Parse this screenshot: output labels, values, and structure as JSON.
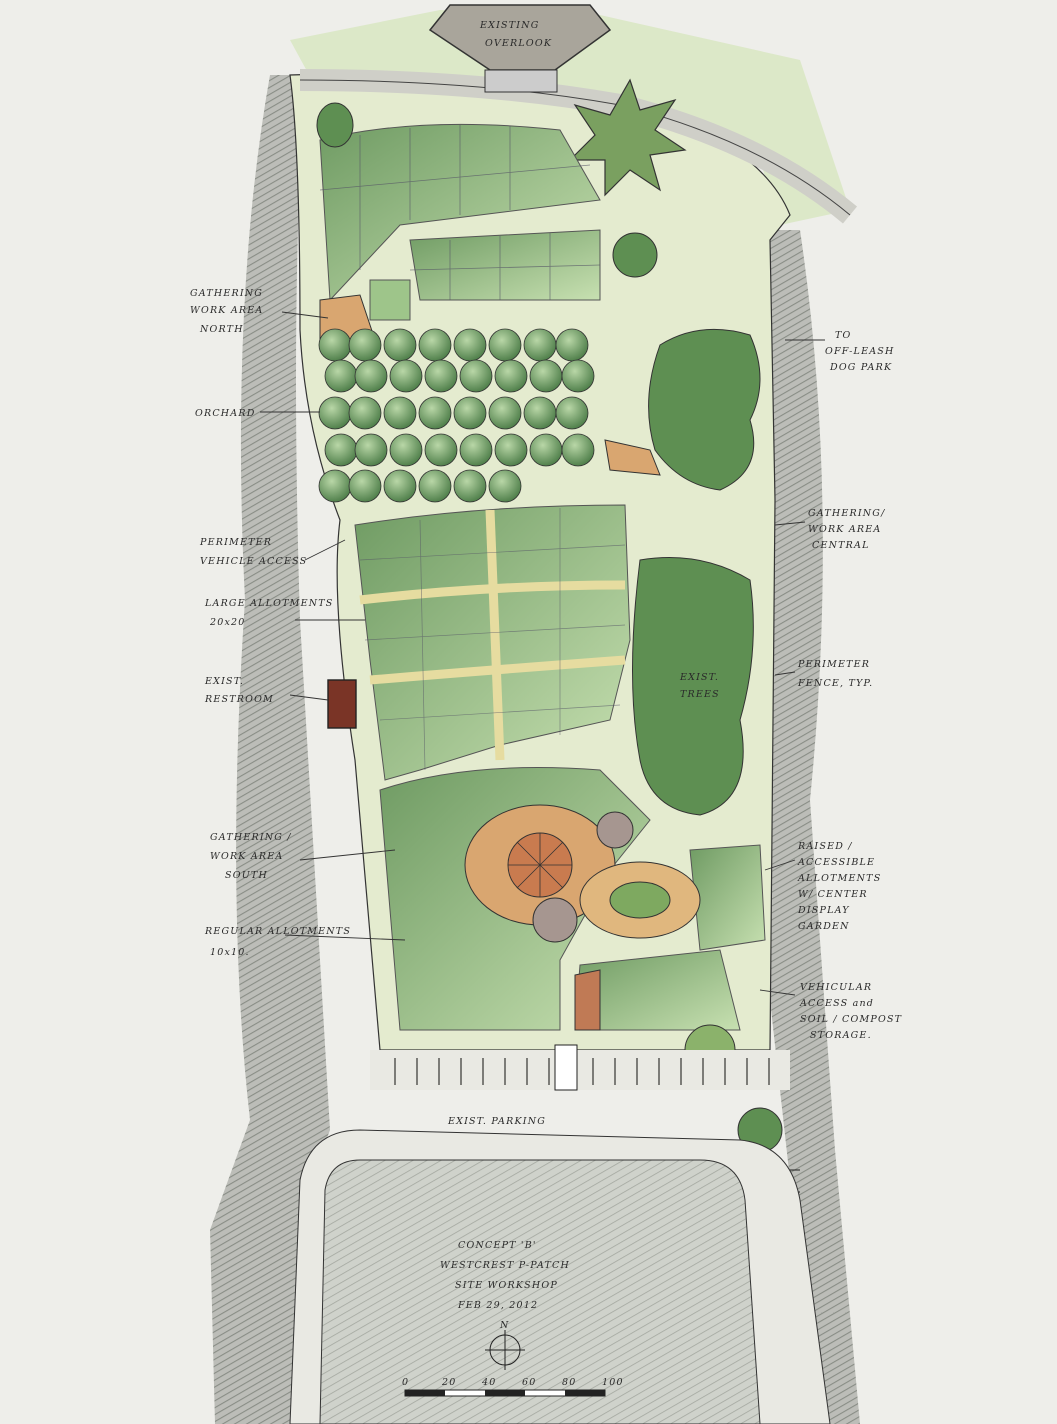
{
  "labels": {
    "overlook": [
      "EXISTING",
      "OVERLOOK"
    ],
    "gathering_north": [
      "GATHERING",
      "WORK AREA",
      "NORTH"
    ],
    "orchard": "ORCHARD",
    "perimeter_access": [
      "PERIMETER",
      "VEHICLE ACCESS"
    ],
    "large_allotments": [
      "LARGE ALLOTMENTS",
      "20x20"
    ],
    "restroom": [
      "EXIST.",
      "RESTROOM"
    ],
    "gathering_south": [
      "GATHERING /",
      "WORK AREA",
      "SOUTH"
    ],
    "regular_allotments": [
      "REGULAR ALLOTMENTS",
      "10x10."
    ],
    "dog_park": [
      "TO",
      "OFF-LEASH",
      "DOG PARK"
    ],
    "gathering_central": [
      "GATHERING/",
      "WORK AREA",
      "CENTRAL"
    ],
    "exist_trees": [
      "EXIST.",
      "TREES"
    ],
    "perimeter_fence": [
      "PERIMETER",
      "FENCE, TYP."
    ],
    "raised_allotments": [
      "RAISED /",
      "ACCESSIBLE",
      "ALLOTMENTS",
      "W/ CENTER",
      "DISPLAY",
      "GARDEN"
    ],
    "vehicular_access": [
      "VEHICULAR",
      "ACCESS and",
      "SOIL / COMPOST",
      "STORAGE."
    ],
    "parking": "EXIST. PARKING",
    "title_block": [
      "CONCEPT 'B'",
      "WESTCREST P-PATCH",
      "SITE WORKSHOP",
      "FEB 29, 2012"
    ],
    "north": "N",
    "scale_ticks": [
      "0",
      "20",
      "40",
      "60",
      "80",
      "100"
    ]
  },
  "colors": {
    "paper": "#eeeeea",
    "allotment_green": "#9ec58a",
    "path_yellow": "#e6dca0",
    "tree_green": "#5e8f52",
    "gathering_orange": "#d9a670",
    "restroom_brown": "#7a3426",
    "hedge_gray": "#8e918b"
  }
}
